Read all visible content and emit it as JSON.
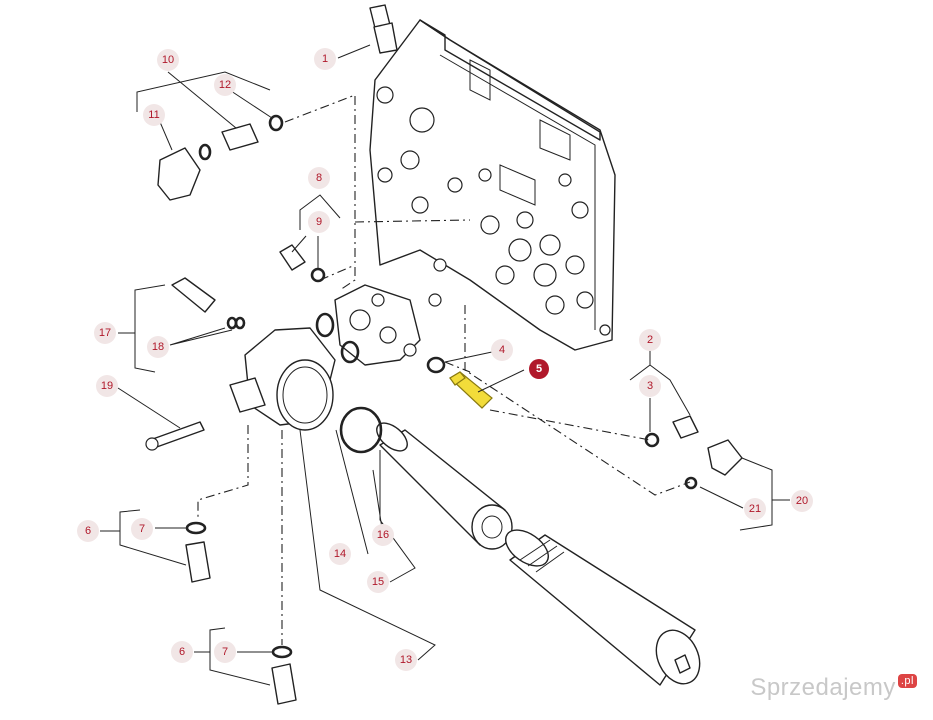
{
  "callouts": [
    {
      "id": "c1",
      "label": "1"
    },
    {
      "id": "c2",
      "label": "2"
    },
    {
      "id": "c3",
      "label": "3"
    },
    {
      "id": "c4",
      "label": "4"
    },
    {
      "id": "c5",
      "label": "5",
      "highlight": true
    },
    {
      "id": "c6a",
      "label": "6"
    },
    {
      "id": "c6b",
      "label": "6"
    },
    {
      "id": "c7a",
      "label": "7"
    },
    {
      "id": "c7b",
      "label": "7"
    },
    {
      "id": "c8",
      "label": "8"
    },
    {
      "id": "c9",
      "label": "9"
    },
    {
      "id": "c10",
      "label": "10"
    },
    {
      "id": "c11",
      "label": "11"
    },
    {
      "id": "c12",
      "label": "12"
    },
    {
      "id": "c13",
      "label": "13"
    },
    {
      "id": "c14",
      "label": "14"
    },
    {
      "id": "c15",
      "label": "15"
    },
    {
      "id": "c16",
      "label": "16"
    },
    {
      "id": "c17",
      "label": "17"
    },
    {
      "id": "c18",
      "label": "18"
    },
    {
      "id": "c19",
      "label": "19"
    },
    {
      "id": "c20",
      "label": "20"
    },
    {
      "id": "c21",
      "label": "21"
    }
  ],
  "watermark": {
    "text": "Sprzedajemy",
    "suffix": ".pl"
  },
  "colors": {
    "callout_text": "#b0182a",
    "callout_bg": "#f1e6e6",
    "highlight": "#b0182a",
    "highlight_part": "#f2dc3a"
  }
}
